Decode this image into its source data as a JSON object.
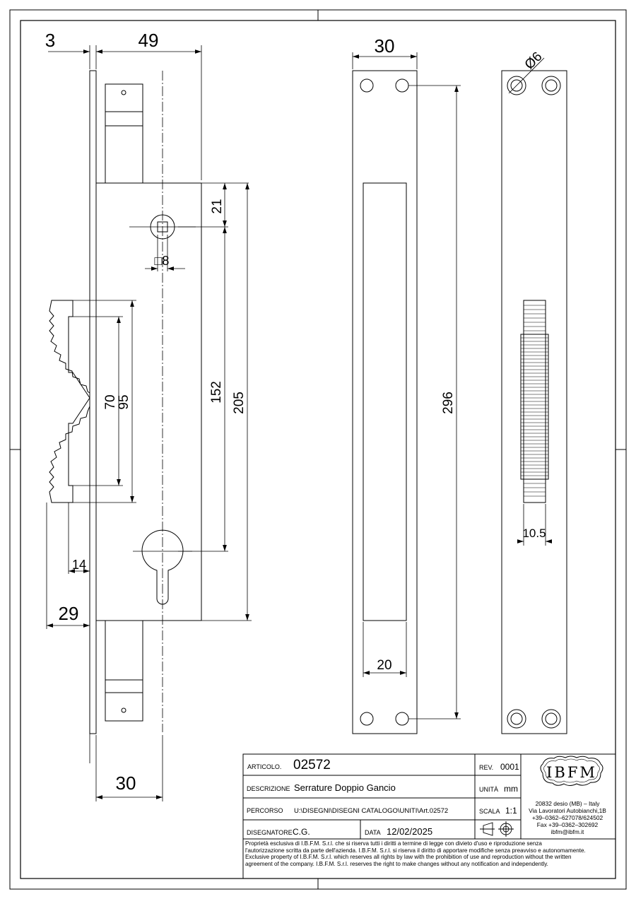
{
  "dimensions": {
    "plate_thickness": "3",
    "case_depth": "49",
    "follower_offset": "21",
    "spindle_square": "□8",
    "hook_spacing_inner": "70",
    "hook_spacing_outer": "95",
    "follower_to_cylinder": "152",
    "case_height": "205",
    "hook_offset": "14",
    "hook_projection": "29",
    "faceplate_width": "30",
    "keeper_width": "30",
    "keeper_height": "296",
    "keeper_slot_width": "20",
    "hole_diameter": "Ø6",
    "hook_width": "10.5"
  },
  "title_block": {
    "articolo_label": "ARTICOLO.",
    "articolo_value": "02572",
    "rev_label": "REV.",
    "rev_value": "0001",
    "descrizione_label": "DESCRIZIONE",
    "descrizione_value": "Serrature Doppio Gancio",
    "unita_label": "UNITÀ",
    "unita_value": "mm",
    "percorso_label": "PERCORSO",
    "percorso_value": "U:\\DISEGNI\\DISEGNI CATALOGO\\UNITI\\Art.02572",
    "scala_label": "SCALA",
    "scala_value": "1:1",
    "disegnatore_label": "DISEGNATORE",
    "disegnatore_value": "C.G.",
    "data_label": "DATA",
    "data_value": "12/02/2025"
  },
  "company": {
    "logo_text": "IBFM",
    "address_line1": "20832 desio (MB) – Italy",
    "address_line2": "Via Lavoratori Autobianchi,1B",
    "phone": "+39–0362–627078/624502",
    "fax": "Fax +39–0362–302692",
    "email": "ibfm@ibfm.it"
  },
  "notes": {
    "line1": "Proprietà esclusiva di I.B.F.M. S.r.l. che si riserva tutti i diritti a termine di legge con divieto d'uso e riproduzione senza",
    "line2": "l'autorizzazione scritta da parte dell'azienda. I.B.F.M. S.r.l. si riserva il diritto di apportare modifiche senza preavviso e autonomamente.",
    "line3": "Exclusive property of I.B.F.M. S.r.l. which reserves all rights by law with the prohibition of use and reproduction without the written",
    "line4": "agreement of the company. I.B.F.M. S.r.l. reserves the right to make changes without any notification and independently."
  }
}
